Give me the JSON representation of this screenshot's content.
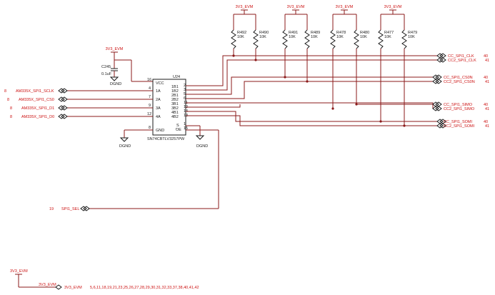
{
  "power": {
    "rail_name": "3V3_EVM",
    "ground_name": "DGND"
  },
  "capacitor": {
    "ref": "C245",
    "value": "0.1uF"
  },
  "resistors": [
    {
      "ref": "R492",
      "value": "10K"
    },
    {
      "ref": "R490",
      "value": "10K"
    },
    {
      "ref": "R491",
      "value": "10K"
    },
    {
      "ref": "R489",
      "value": "10K"
    },
    {
      "ref": "R478",
      "value": "10K"
    },
    {
      "ref": "R480",
      "value": "10K"
    },
    {
      "ref": "R477",
      "value": "10K"
    },
    {
      "ref": "R479",
      "value": "10K"
    }
  ],
  "ic": {
    "ref": "U24",
    "part": "SN74CBTLV3257PW",
    "vcc_label": "VCC",
    "gnd_label": "GND",
    "s_label": "S",
    "oe_label": "OE",
    "left_pins": [
      {
        "num": "16",
        "name": ""
      },
      {
        "num": "4",
        "name": "1A"
      },
      {
        "num": "7",
        "name": "2A"
      },
      {
        "num": "9",
        "name": "3A"
      },
      {
        "num": "12",
        "name": "4A"
      },
      {
        "num": "8",
        "name": ""
      }
    ],
    "right_pins": [
      {
        "num": "2",
        "name": "1B1"
      },
      {
        "num": "3",
        "name": "1B2"
      },
      {
        "num": "5",
        "name": "2B1"
      },
      {
        "num": "6",
        "name": "2B2"
      },
      {
        "num": "11",
        "name": "3B1"
      },
      {
        "num": "10",
        "name": "3B2"
      },
      {
        "num": "14",
        "name": "4B1"
      },
      {
        "num": "13",
        "name": "4B2"
      },
      {
        "num": "1",
        "name": ""
      },
      {
        "num": "15",
        "name": ""
      }
    ]
  },
  "left_nets": [
    {
      "sheet": "8",
      "name": "AM335X_SPI1_SCLK"
    },
    {
      "sheet": "8",
      "name": "AM335X_SPI1_CS0"
    },
    {
      "sheet": "8",
      "name": "AM335X_SPI1_D1"
    },
    {
      "sheet": "8",
      "name": "AM335X_SPI1_D0"
    }
  ],
  "select_net": {
    "sheet": "19",
    "name": "SPI1_SEL"
  },
  "right_nets": [
    {
      "name": "CC_SPI1_CLK",
      "sheet": "40"
    },
    {
      "name": "CC2_SPI1_CLK",
      "sheet": "41"
    },
    {
      "name": "CC_SPI1_CS0N",
      "sheet": "40"
    },
    {
      "name": "CC2_SPI1_CS0N",
      "sheet": "41"
    },
    {
      "name": "CC_SPI1_SIMO",
      "sheet": "40"
    },
    {
      "name": "CC2_SPI1_SIMO",
      "sheet": "41"
    },
    {
      "name": "CC_SPI1_SOMI",
      "sheet": "40"
    },
    {
      "name": "CC2_SPI1_SOMI",
      "sheet": "41"
    }
  ],
  "bottom_power": {
    "name": "3V3_EVM",
    "offpage": "3V3_EVM",
    "sheets": "5,6,11,18,19,21,23,25,26,27,28,29,30,31,32,33,37,38,40,41,42"
  }
}
